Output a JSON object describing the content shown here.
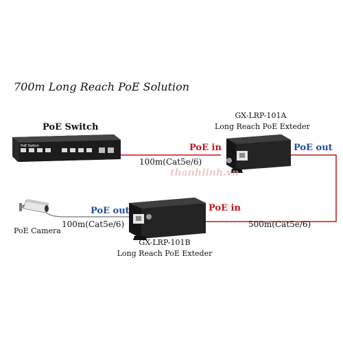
{
  "title": "700m Long Reach PoE Solution",
  "switch": {
    "label": "PoE Switch",
    "badge": "PoE Switch"
  },
  "extender_a": {
    "model": "GX-LRP-101A",
    "desc": "Long Reach PoE Exteder",
    "in_label": "PoE in",
    "out_label": "PoE out"
  },
  "extender_b": {
    "model": "GX-LRP-101B",
    "desc": "Long Reach PoE Exteder",
    "in_label": "PoE in",
    "out_label": "PoE out"
  },
  "camera": {
    "label": "PoE Camera"
  },
  "links": {
    "switch_to_a": "100m(Cat5e/6)",
    "a_to_b": "500m(Cat5e/6)",
    "b_to_camera": "100m(Cat5e/6)"
  },
  "watermark": "thanhlinh.vn",
  "colors": {
    "cable": "#c4161c",
    "poe_in": "#c4161c",
    "poe_out": "#1f4e9a",
    "device": "#1c1c1c"
  }
}
